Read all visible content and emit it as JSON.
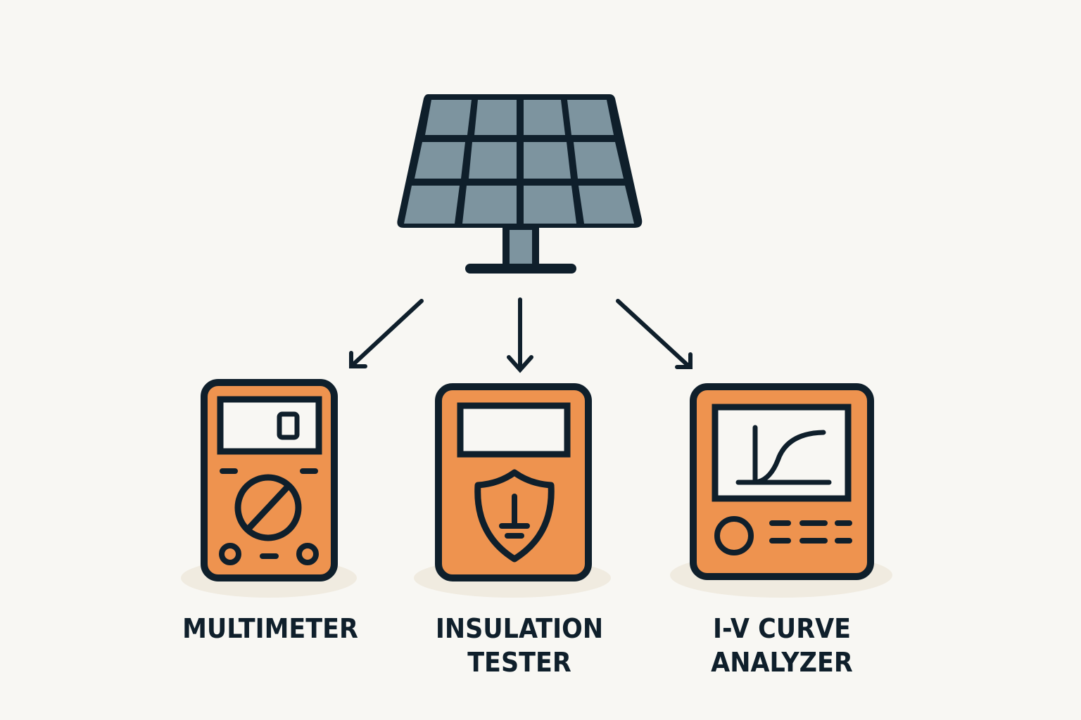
{
  "diagram": {
    "source": {
      "name": "Solar Panel",
      "icon": "solar-panel-icon"
    },
    "colors": {
      "background": "#f8f7f3",
      "outline": "#0f1f2b",
      "panel_cell": "#7d949f",
      "device_body": "#ee934f",
      "screen": "#f8f7f3",
      "shadow": "#f0ebe0"
    },
    "devices": [
      {
        "name": "multimeter",
        "label": "MULTIMETER",
        "icon": "multimeter-icon"
      },
      {
        "name": "insulation-tester",
        "label": "INSULATION TESTER",
        "label_lines": [
          "INSULATION",
          "TESTER"
        ],
        "icon": "shield-ground-icon"
      },
      {
        "name": "iv-curve-analyzer",
        "label": "I-V CURVE ANALYZER",
        "label_lines": [
          "I-V CURVE",
          "ANALYZER"
        ],
        "icon": "curve-graph-icon"
      }
    ]
  }
}
